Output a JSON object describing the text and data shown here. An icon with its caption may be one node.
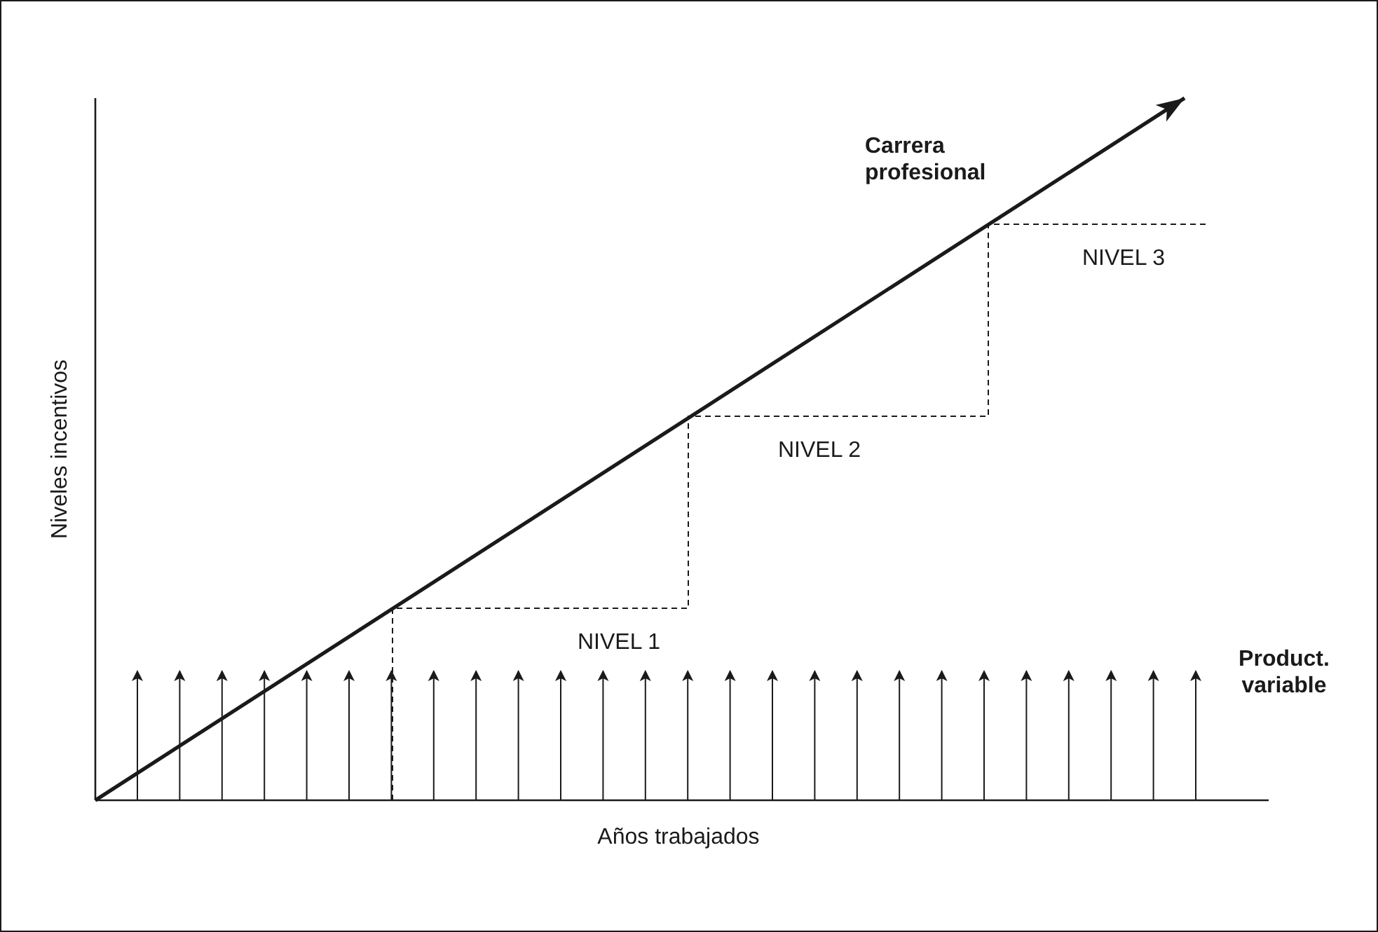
{
  "diagram": {
    "labels": [
      "Carrera profesional",
      "NIVEL 3",
      "NIVEL 2",
      "NIVEL 1",
      "Product. variable",
      "Niveles incentivos",
      "Años trabajados"
    ]
  }
}
